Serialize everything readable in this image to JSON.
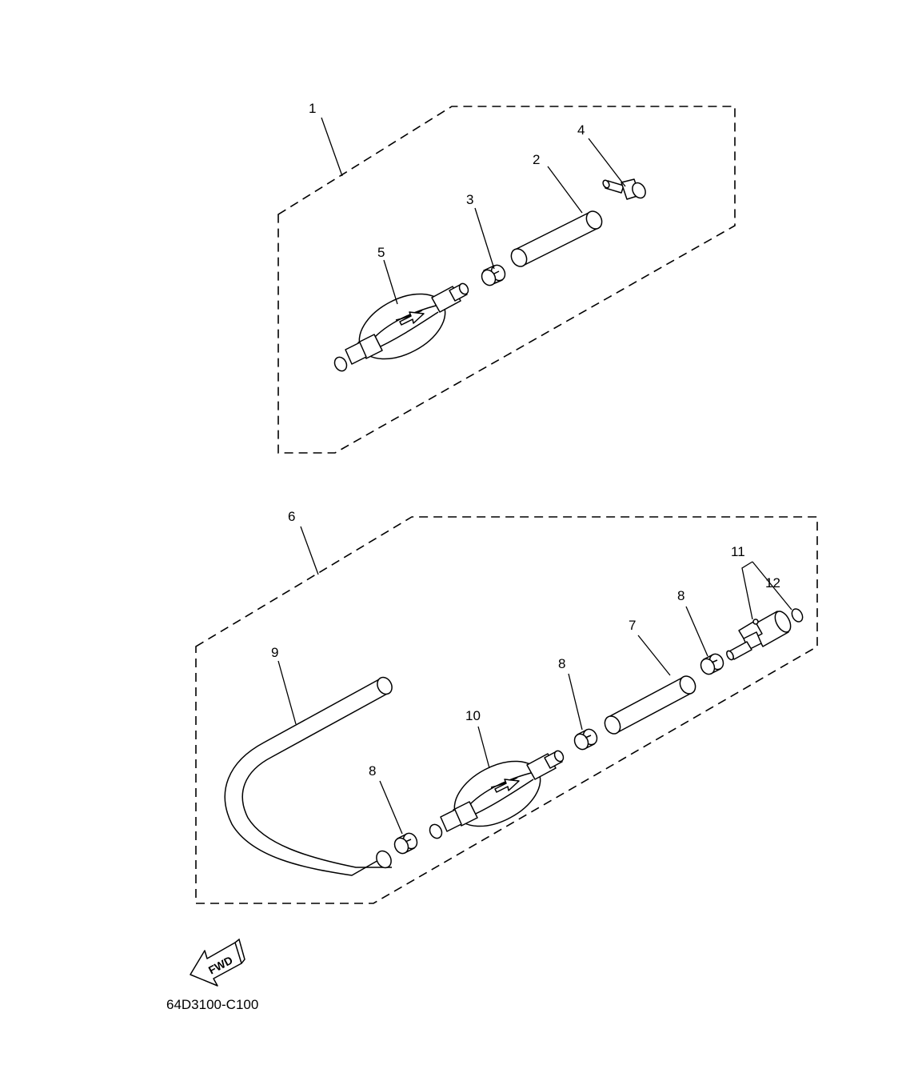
{
  "diagram_code": "64D3100-C100",
  "direction_label": "FWD",
  "callouts": {
    "c1": "1",
    "c2": "2",
    "c3": "3",
    "c4": "4",
    "c5": "5",
    "c6": "6",
    "c7": "7",
    "c8a": "8",
    "c8b": "8",
    "c8c": "8",
    "c9": "9",
    "c10": "10",
    "c11": "11",
    "c12": "12"
  }
}
